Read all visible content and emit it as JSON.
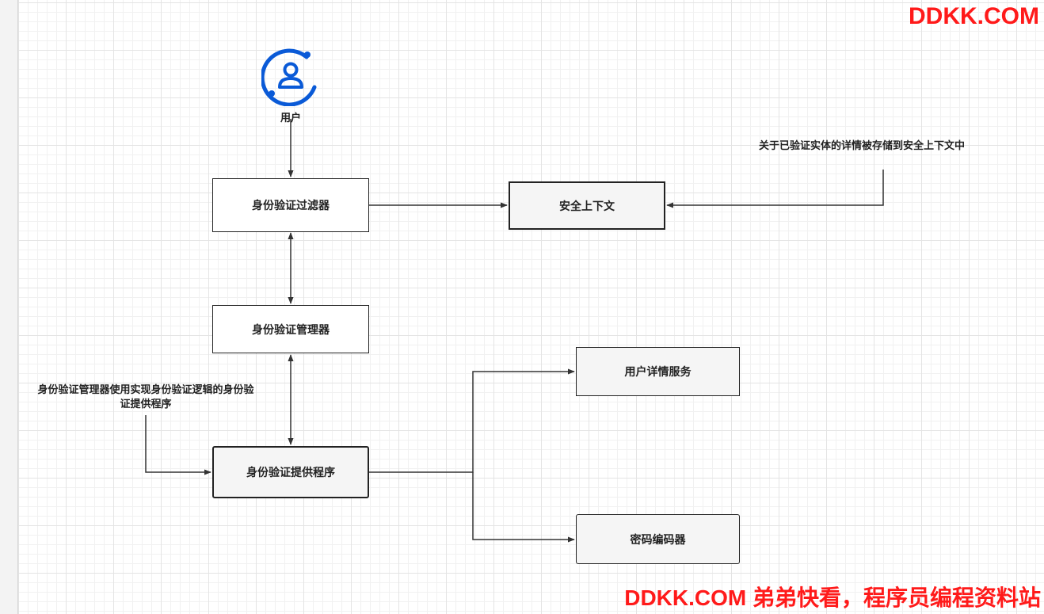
{
  "watermark_top": "DDKK.COM",
  "watermark_bottom": "DDKK.COM 弟弟快看，程序员编程资料站",
  "accent_color": "#0a5ad7",
  "watermark_color": "#ff1a1a",
  "user": {
    "icon": "user-circle-icon",
    "label": "用户"
  },
  "nodes": {
    "auth_filter": "身份验证过滤器",
    "security_context": "安全上下文",
    "auth_manager": "身份验证管理器",
    "auth_provider": "身份验证提供程序",
    "user_details_service": "用户详情服务",
    "password_encoder": "密码编码器"
  },
  "notes": {
    "security_context_note": "关于已验证实体的详情被存储到安全上下文中",
    "auth_manager_note_line1": "身份验证管理器使用实现身份验证逻辑的身份验",
    "auth_manager_note_line2": "证提供程序"
  }
}
